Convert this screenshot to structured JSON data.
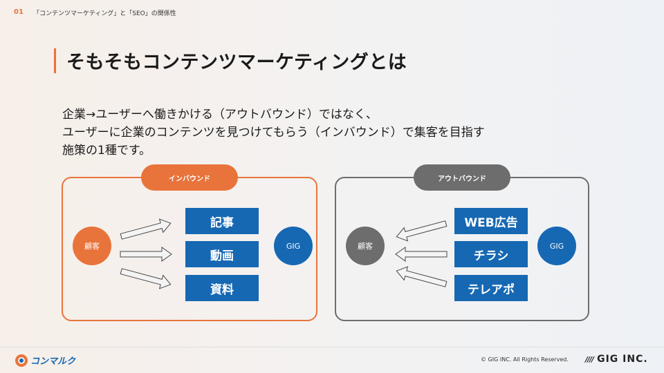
{
  "header": {
    "number": "01",
    "title": "「コンテンツマーケティング」と「SEO」の関係性"
  },
  "title": "そもそもコンテンツマーケティングとは",
  "body": {
    "line1": "企業→ユーザーへ働きかける（アウトバウンド）ではなく、",
    "line2": "ユーザーに企業のコンテンツを見つけてもらう（インバウンド）で集客を目指す",
    "line3": "施策の1種です。"
  },
  "inbound": {
    "label": "インバウンド",
    "customer": "顧客",
    "company": "GIG",
    "items": [
      "記事",
      "動画",
      "資料"
    ]
  },
  "outbound": {
    "label": "アウトバウンド",
    "customer": "顧客",
    "company": "GIG",
    "items": [
      "WEB広告",
      "チラシ",
      "テレアポ"
    ]
  },
  "footer": {
    "logo": "コンマルク",
    "copyright": "© GIG INC. All Rights Reserved.",
    "company_slashes": "////",
    "company_name": "GIG INC."
  },
  "colors": {
    "orange": "#e8743b",
    "blue": "#1668b3",
    "gray": "#6d6d6d"
  }
}
